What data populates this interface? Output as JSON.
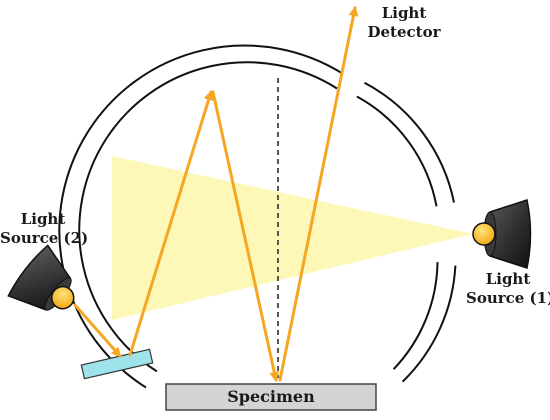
{
  "labels": {
    "light_detector": [
      "Light",
      "Detector"
    ],
    "light_source_2": [
      "Light",
      "Source (2)"
    ],
    "light_source_1": [
      "Light",
      "Source (1)"
    ],
    "specimen": "Specimen"
  },
  "colors": {
    "beam": "#f5a623",
    "beam_fill": "#f7a92b",
    "light_cone": "#fdf7b8",
    "sphere_outline": "#111111",
    "specimen_fill": "#d4d4d4",
    "baffle_fill": "#9ee3ea",
    "lamp_body": "#2b2b2b",
    "bulb": "#f7b516"
  },
  "icons": {
    "source_1": "light-source-icon",
    "source_2": "light-source-icon",
    "baffle": "baffle-plate"
  }
}
